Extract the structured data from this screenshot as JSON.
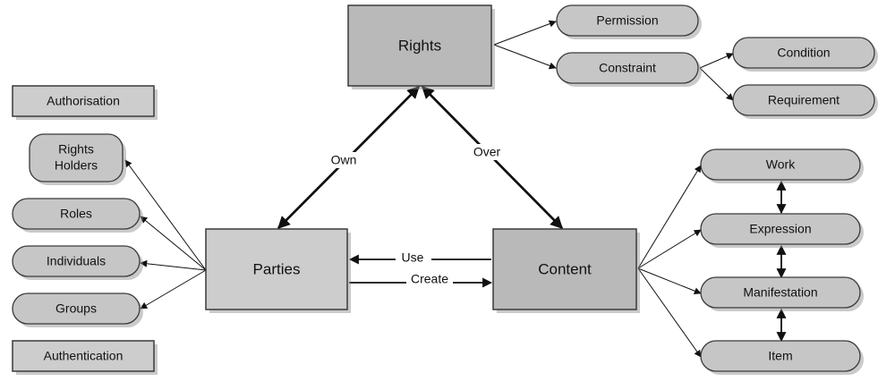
{
  "nodes": {
    "rights": "Rights",
    "parties": "Parties",
    "content": "Content",
    "permission": "Permission",
    "constraint": "Constraint",
    "condition": "Condition",
    "requirement": "Requirement",
    "authorisation": "Authorisation",
    "rights_holders_line1": "Rights",
    "rights_holders_line2": "Holders",
    "roles": "Roles",
    "individuals": "Individuals",
    "groups": "Groups",
    "authentication": "Authentication",
    "work": "Work",
    "expression": "Expression",
    "manifestation": "Manifestation",
    "item": "Item"
  },
  "edges": {
    "own": "Own",
    "over": "Over",
    "use": "Use",
    "create": "Create"
  }
}
